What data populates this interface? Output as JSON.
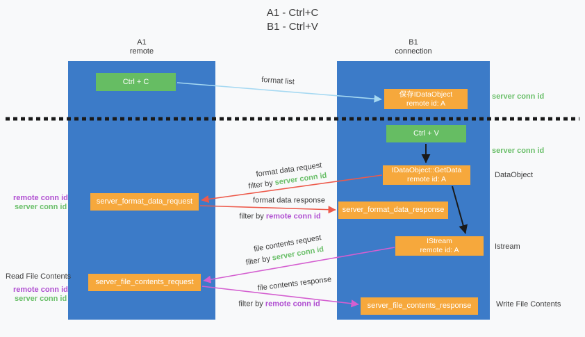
{
  "title": {
    "line1": "A1 - Ctrl+C",
    "line2": "B1 - Ctrl+V"
  },
  "lanes": {
    "left": {
      "title": "A1",
      "subtitle": "remote"
    },
    "right": {
      "title": "B1",
      "subtitle": "connection"
    }
  },
  "nodes": {
    "ctrl_c": {
      "label": "Ctrl + C"
    },
    "save_dataobject": {
      "line1": "保存IDataObject",
      "line2": "remote id: A"
    },
    "ctrl_v": {
      "label": "Ctrl + V"
    },
    "getdata": {
      "line1": "IDataObject::GetData",
      "line2": "remote id: A"
    },
    "istream": {
      "line1": "IStream",
      "line2": "remote id: A"
    },
    "format_request": {
      "label": "server_format_data_request"
    },
    "format_response": {
      "label": "server_format_data_response"
    },
    "file_request": {
      "label": "server_file_contents_request"
    },
    "file_response": {
      "label": "server_file_contents_response"
    }
  },
  "side_labels": {
    "server_conn_id_top": "server conn id",
    "server_conn_id_mid": "server conn id",
    "dataobject": "DataObject",
    "istream": "Istream",
    "write_file_contents": "Write File Contents",
    "read_file_contents": "Read File Contents",
    "left_remote_conn_id_1": "remote conn id",
    "left_server_conn_id_1": "server conn id",
    "left_remote_conn_id_2": "remote conn id",
    "left_server_conn_id_2": "server conn id"
  },
  "arrow_labels": {
    "format_list": "format list",
    "format_data_request": "format data request",
    "filter_by_server_1_prefix": "filter by ",
    "filter_by_server_1_value": "server conn id",
    "format_data_response": "format data response",
    "filter_by_remote_1_prefix": "filter by ",
    "filter_by_remote_1_value": "remote conn id",
    "file_contents_request": "file contents request",
    "filter_by_server_2_prefix": "filter by ",
    "filter_by_server_2_value": "server conn id",
    "file_contents_response": "file contents response",
    "filter_by_remote_2_prefix": "filter by ",
    "filter_by_remote_2_value": "remote conn id"
  },
  "colors": {
    "lane_blue": "#3c7bc8",
    "box_green": "#66bd63",
    "box_orange": "#f6a83c",
    "green_text": "#6abf69",
    "purple_text": "#b04fd1",
    "red_arrow": "#ed5a4b",
    "magenta_arrow": "#d45fd0",
    "blue_arrow": "#a6d9f2",
    "dark_arrow": "#1a1a1a"
  }
}
